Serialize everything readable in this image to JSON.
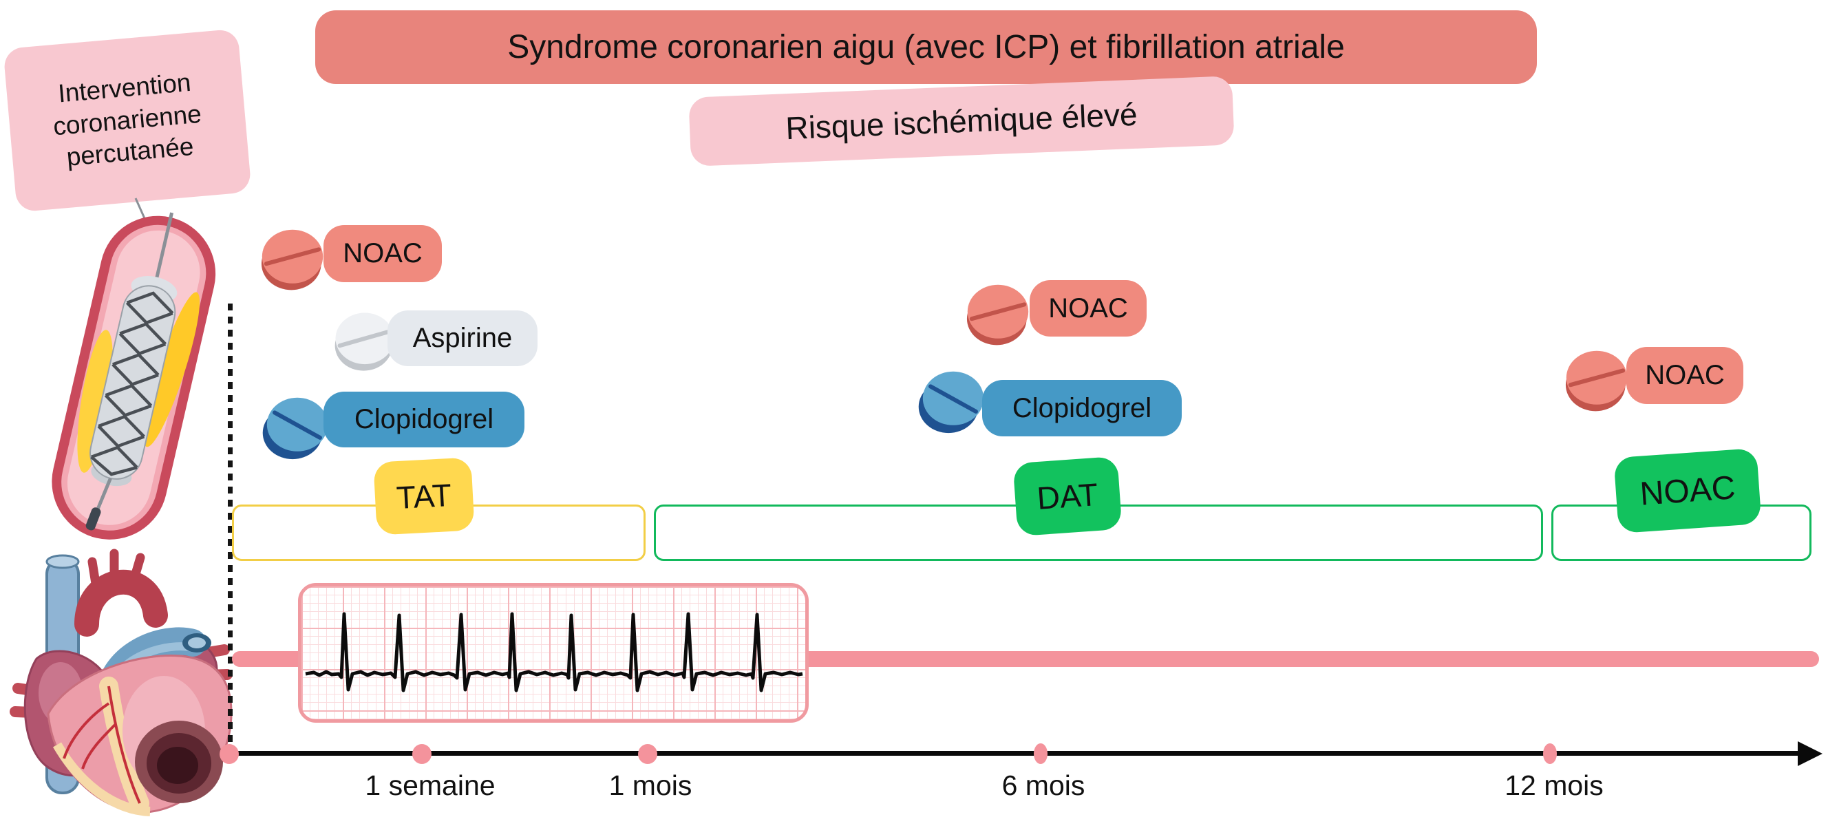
{
  "title": {
    "text": "Syndrome coronarien aigu (avec ICP) et fibrillation atriale"
  },
  "subtitle": {
    "text": "Risque ischémique élevé"
  },
  "icp_label": {
    "text": "Intervention\ncoronarienne\npercutanée"
  },
  "medications": {
    "initial": [
      {
        "name": "NOAC",
        "type": "noac"
      },
      {
        "name": "Aspirine",
        "type": "aspirin"
      },
      {
        "name": "Clopidogrel",
        "type": "clopidogrel"
      }
    ],
    "after_1_month": [
      {
        "name": "NOAC",
        "type": "noac"
      },
      {
        "name": "Clopidogrel",
        "type": "clopidogrel"
      }
    ],
    "after_12_months": [
      {
        "name": "NOAC",
        "type": "noac"
      }
    ]
  },
  "phases": {
    "tat": "TAT",
    "dat": "DAT",
    "noac": "NOAC"
  },
  "timeline": {
    "ticks": [
      "1 semaine",
      "1 mois",
      "6 mois",
      "12 mois"
    ]
  },
  "colors": {
    "title_bg": "#E8847C",
    "pink_label_bg": "#F8C8D0",
    "noac": "#F08A7E",
    "noac_dark": "#C2544B",
    "aspirin_bg": "#E5E9EE",
    "aspirin_pill": "#EFF1F4",
    "aspirin_dark": "#C2C6CB",
    "clopidogrel_bg": "#4599C6",
    "clopidogrel_pill": "#5FA8D0",
    "clopidogrel_dark": "#1F5291",
    "tat": "#FFD84F",
    "dat": "#12C25E",
    "box_yellow": "#F2CE46",
    "box_green": "#12B95C",
    "band": "#F4939C",
    "dot": "#F4939C",
    "ecg_border": "#F09AA0"
  }
}
